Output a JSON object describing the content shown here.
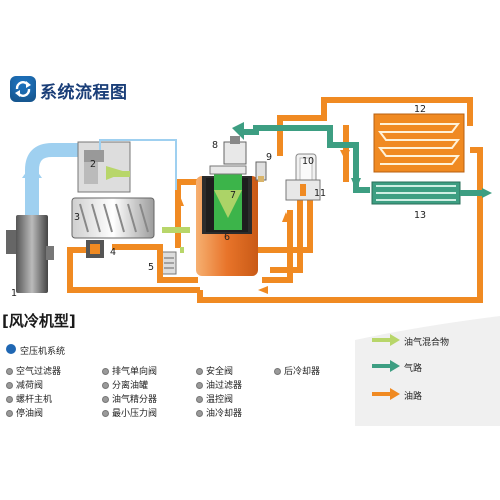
{
  "title": "系统流程图",
  "model_title": "[风冷机型]",
  "system_title": "空压机系统",
  "numbers": [
    "1",
    "2",
    "3",
    "4",
    "5",
    "6",
    "7",
    "8",
    "9",
    "10",
    "11",
    "12",
    "13"
  ],
  "components": {
    "col1": [
      "空气过滤器",
      "减荷阀",
      "螺杆主机",
      "停油阀"
    ],
    "col2": [
      "排气单向阀",
      "分离油罐",
      "油气精分器",
      "最小压力阀"
    ],
    "col3": [
      "安全阀",
      "油过滤器",
      "温控阀",
      "油冷却器"
    ],
    "col4": [
      "后冷却器"
    ]
  },
  "flow_legend": [
    {
      "label": "油气混合物",
      "color": "#b8d66a"
    },
    {
      "label": "气路",
      "color": "#3d9e82"
    },
    {
      "label": "油路",
      "color": "#f08a22"
    }
  ],
  "colors": {
    "oil": "#f08a22",
    "air": "#3d9e82",
    "mix": "#b8d66a",
    "intake": "#9fd0f0",
    "tank": "#e8742a"
  }
}
